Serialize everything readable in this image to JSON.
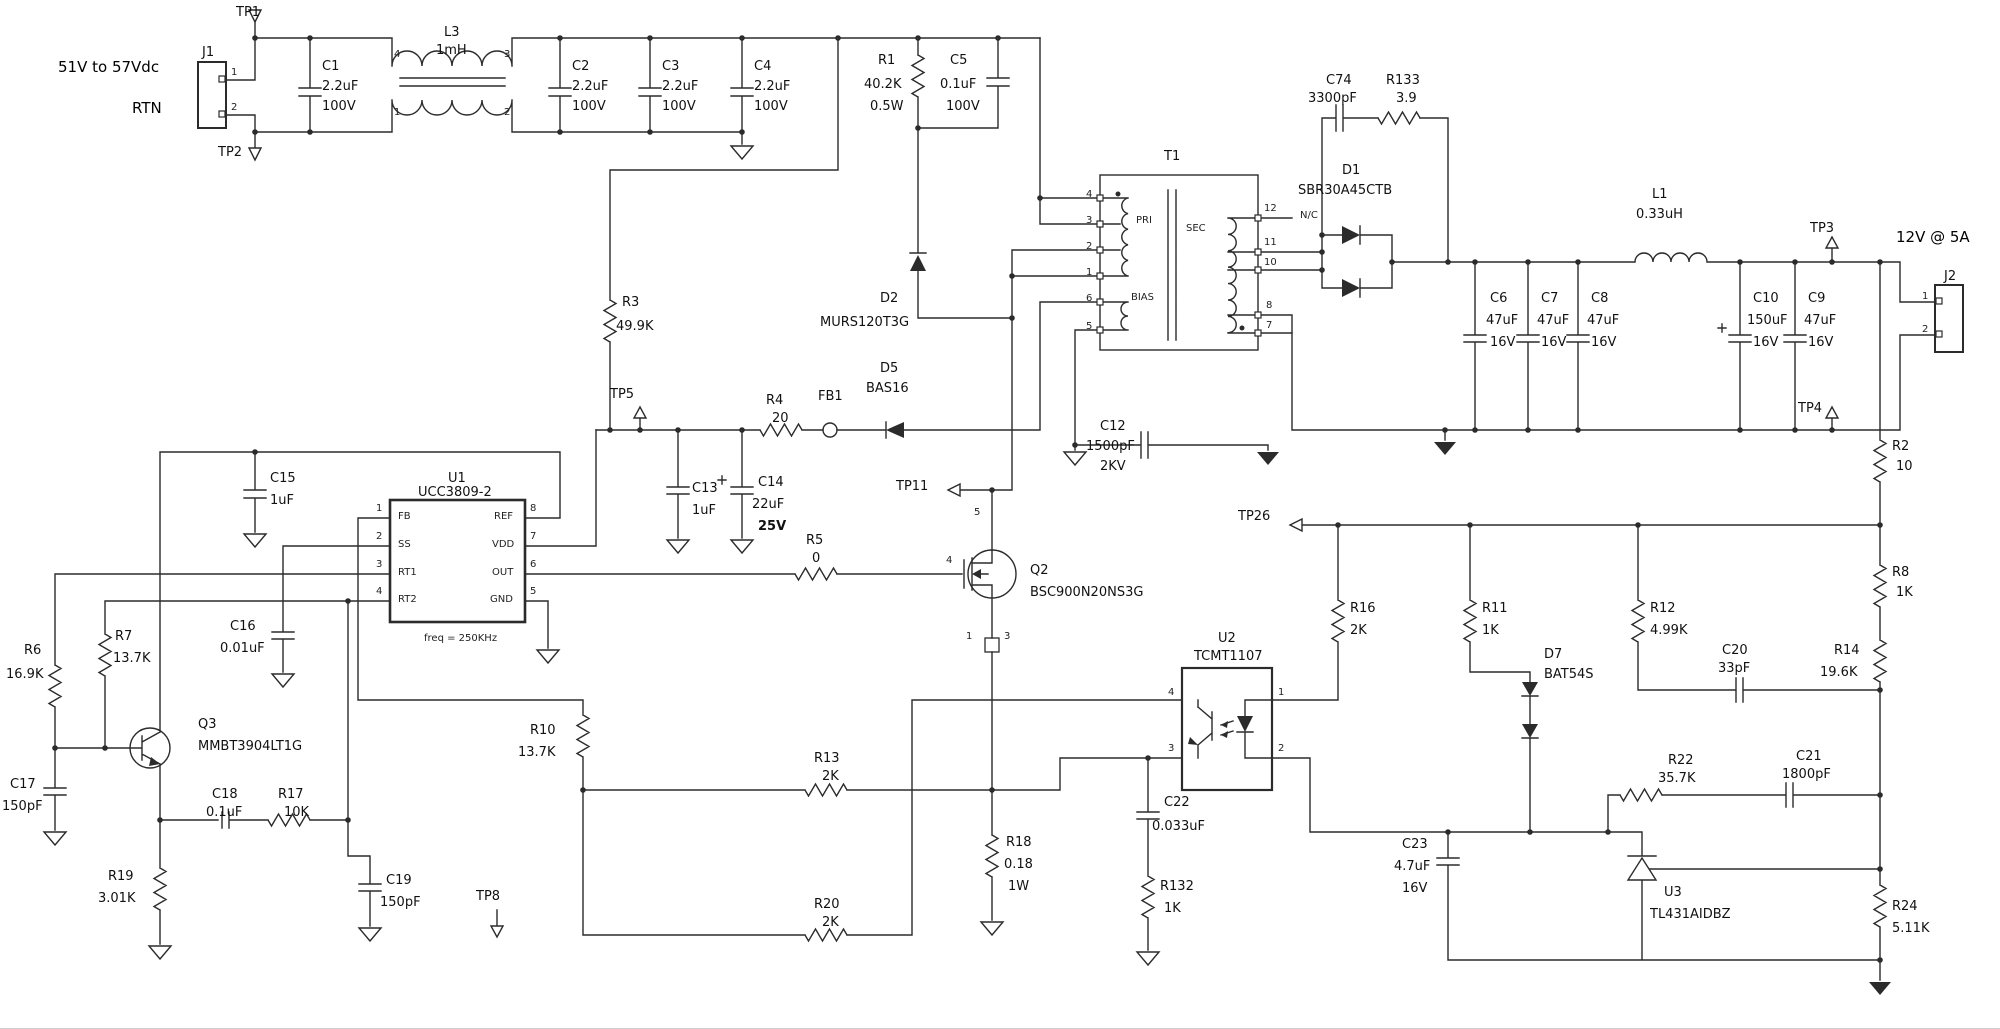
{
  "diagram": {
    "kind": "power-supply-schematic",
    "colors": {
      "wire": "#2b2b2b",
      "text": "#111111",
      "background": "#ffffff"
    },
    "labels": [
      {
        "id": "tp1",
        "text": "TP1"
      },
      {
        "id": "j1",
        "text": "J1"
      },
      {
        "id": "vin",
        "text": "51V to 57Vdc"
      },
      {
        "id": "rtn",
        "text": "RTN"
      },
      {
        "id": "j1_p1",
        "text": "1"
      },
      {
        "id": "j1_p2",
        "text": "2"
      },
      {
        "id": "tp2",
        "text": "TP2"
      },
      {
        "id": "c1",
        "text": "C1"
      },
      {
        "id": "c1_v",
        "text": "2.2uF"
      },
      {
        "id": "c1_r",
        "text": "100V"
      },
      {
        "id": "l3",
        "text": "L3"
      },
      {
        "id": "l3_v",
        "text": "1mH"
      },
      {
        "id": "l3_p4",
        "text": "4"
      },
      {
        "id": "l3_p3",
        "text": "3"
      },
      {
        "id": "l3_p1",
        "text": "1"
      },
      {
        "id": "l3_p2",
        "text": "2"
      },
      {
        "id": "c2",
        "text": "C2"
      },
      {
        "id": "c2_v",
        "text": "2.2uF"
      },
      {
        "id": "c2_r",
        "text": "100V"
      },
      {
        "id": "c3",
        "text": "C3"
      },
      {
        "id": "c3_v",
        "text": "2.2uF"
      },
      {
        "id": "c3_r",
        "text": "100V"
      },
      {
        "id": "c4",
        "text": "C4"
      },
      {
        "id": "c4_v",
        "text": "2.2uF"
      },
      {
        "id": "c4_r",
        "text": "100V"
      },
      {
        "id": "r1",
        "text": "R1"
      },
      {
        "id": "r1_v",
        "text": "40.2K"
      },
      {
        "id": "r1_w",
        "text": "0.5W"
      },
      {
        "id": "c5",
        "text": "C5"
      },
      {
        "id": "c5_v",
        "text": "0.1uF"
      },
      {
        "id": "c5_r",
        "text": "100V"
      },
      {
        "id": "d2",
        "text": "D2"
      },
      {
        "id": "d2_p",
        "text": "MURS120T3G"
      },
      {
        "id": "r3",
        "text": "R3"
      },
      {
        "id": "r3_v",
        "text": "49.9K"
      },
      {
        "id": "tp5",
        "text": "TP5"
      },
      {
        "id": "r4",
        "text": "R4"
      },
      {
        "id": "r4_v",
        "text": "20"
      },
      {
        "id": "fb1",
        "text": "FB1"
      },
      {
        "id": "d5",
        "text": "D5"
      },
      {
        "id": "d5_p",
        "text": "BAS16"
      },
      {
        "id": "tp11",
        "text": "TP11"
      },
      {
        "id": "t1",
        "text": "T1"
      },
      {
        "id": "t1_pri",
        "text": "PRI"
      },
      {
        "id": "t1_bias",
        "text": "BIAS"
      },
      {
        "id": "t1_sec",
        "text": "SEC"
      },
      {
        "id": "t1_p4",
        "text": "4"
      },
      {
        "id": "t1_p3",
        "text": "3"
      },
      {
        "id": "t1_p2",
        "text": "2"
      },
      {
        "id": "t1_p1",
        "text": "1"
      },
      {
        "id": "t1_p6",
        "text": "6"
      },
      {
        "id": "t1_p5",
        "text": "5"
      },
      {
        "id": "t1_p12",
        "text": "12"
      },
      {
        "id": "t1_nc",
        "text": "N/C"
      },
      {
        "id": "t1_p11",
        "text": "11"
      },
      {
        "id": "t1_p10",
        "text": "10"
      },
      {
        "id": "t1_p8",
        "text": "8"
      },
      {
        "id": "t1_p7",
        "text": "7"
      },
      {
        "id": "c74",
        "text": "C74"
      },
      {
        "id": "c74_v",
        "text": "3300pF"
      },
      {
        "id": "r133",
        "text": "R133"
      },
      {
        "id": "r133_v",
        "text": "3.9"
      },
      {
        "id": "d1",
        "text": "D1"
      },
      {
        "id": "d1_p",
        "text": "SBR30A45CTB"
      },
      {
        "id": "c12",
        "text": "C12"
      },
      {
        "id": "c12_v",
        "text": "1500pF"
      },
      {
        "id": "c12_r",
        "text": "2KV"
      },
      {
        "id": "l1",
        "text": "L1"
      },
      {
        "id": "l1_v",
        "text": "0.33uH"
      },
      {
        "id": "tp3",
        "text": "TP3"
      },
      {
        "id": "out_spec",
        "text": "12V @ 5A"
      },
      {
        "id": "j2",
        "text": "J2"
      },
      {
        "id": "j2_p1",
        "text": "1"
      },
      {
        "id": "j2_p2",
        "text": "2"
      },
      {
        "id": "c6",
        "text": "C6"
      },
      {
        "id": "c6_v",
        "text": "47uF"
      },
      {
        "id": "c6_r",
        "text": "16V"
      },
      {
        "id": "c7",
        "text": "C7"
      },
      {
        "id": "c7_v",
        "text": "47uF"
      },
      {
        "id": "c7_r",
        "text": "16V"
      },
      {
        "id": "c8",
        "text": "C8"
      },
      {
        "id": "c8_v",
        "text": "47uF"
      },
      {
        "id": "c8_r",
        "text": "16V"
      },
      {
        "id": "c10",
        "text": "C10"
      },
      {
        "id": "c10_v",
        "text": "150uF"
      },
      {
        "id": "c10_r",
        "text": "16V"
      },
      {
        "id": "c9",
        "text": "C9"
      },
      {
        "id": "c9_v",
        "text": "47uF"
      },
      {
        "id": "c9_r",
        "text": "16V"
      },
      {
        "id": "tp4",
        "text": "TP4"
      },
      {
        "id": "r2",
        "text": "R2"
      },
      {
        "id": "r2_v",
        "text": "10"
      },
      {
        "id": "r8",
        "text": "R8"
      },
      {
        "id": "r8_v",
        "text": "1K"
      },
      {
        "id": "r14",
        "text": "R14"
      },
      {
        "id": "r14_v",
        "text": "19.6K"
      },
      {
        "id": "tp26",
        "text": "TP26"
      },
      {
        "id": "r16",
        "text": "R16"
      },
      {
        "id": "r16_v",
        "text": "2K"
      },
      {
        "id": "r11",
        "text": "R11"
      },
      {
        "id": "r11_v",
        "text": "1K"
      },
      {
        "id": "d7",
        "text": "D7"
      },
      {
        "id": "d7_p",
        "text": "BAT54S"
      },
      {
        "id": "r12",
        "text": "R12"
      },
      {
        "id": "r12_v",
        "text": "4.99K"
      },
      {
        "id": "c20",
        "text": "C20"
      },
      {
        "id": "c20_v",
        "text": "33pF"
      },
      {
        "id": "r22",
        "text": "R22"
      },
      {
        "id": "r22_v",
        "text": "35.7K"
      },
      {
        "id": "c21",
        "text": "C21"
      },
      {
        "id": "c21_v",
        "text": "1800pF"
      },
      {
        "id": "c23",
        "text": "C23"
      },
      {
        "id": "c23_v",
        "text": "4.7uF"
      },
      {
        "id": "c23_r",
        "text": "16V"
      },
      {
        "id": "u3",
        "text": "U3"
      },
      {
        "id": "u3_p",
        "text": "TL431AIDBZ"
      },
      {
        "id": "r24",
        "text": "R24"
      },
      {
        "id": "r24_v",
        "text": "5.11K"
      },
      {
        "id": "u2",
        "text": "U2"
      },
      {
        "id": "u2_p",
        "text": "TCMT1107"
      },
      {
        "id": "u2_p4",
        "text": "4"
      },
      {
        "id": "u2_p3",
        "text": "3"
      },
      {
        "id": "u2_p1",
        "text": "1"
      },
      {
        "id": "u2_p2",
        "text": "2"
      },
      {
        "id": "c22",
        "text": "C22"
      },
      {
        "id": "c22_v",
        "text": "0.033uF"
      },
      {
        "id": "r132",
        "text": "R132"
      },
      {
        "id": "r132_v",
        "text": "1K"
      },
      {
        "id": "r18",
        "text": "R18"
      },
      {
        "id": "r18_v",
        "text": "0.18"
      },
      {
        "id": "r18_w",
        "text": "1W"
      },
      {
        "id": "r13",
        "text": "R13"
      },
      {
        "id": "r13_v",
        "text": "2K"
      },
      {
        "id": "r20",
        "text": "R20"
      },
      {
        "id": "r20_v",
        "text": "2K"
      },
      {
        "id": "r10",
        "text": "R10"
      },
      {
        "id": "r10_v",
        "text": "13.7K"
      },
      {
        "id": "q2",
        "text": "Q2"
      },
      {
        "id": "q2_p",
        "text": "BSC900N20NS3G"
      },
      {
        "id": "q2_g",
        "text": "4"
      },
      {
        "id": "q2_d",
        "text": "5"
      },
      {
        "id": "q2_s1",
        "text": "1"
      },
      {
        "id": "q2_s3",
        "text": "3"
      },
      {
        "id": "r5",
        "text": "R5"
      },
      {
        "id": "r5_v",
        "text": "0"
      },
      {
        "id": "u1",
        "text": "U1"
      },
      {
        "id": "u1_p",
        "text": "UCC3809-2"
      },
      {
        "id": "u1_fb",
        "text": "FB"
      },
      {
        "id": "u1_ss",
        "text": "SS"
      },
      {
        "id": "u1_rt1",
        "text": "RT1"
      },
      {
        "id": "u1_rt2",
        "text": "RT2"
      },
      {
        "id": "u1_ref",
        "text": "REF"
      },
      {
        "id": "u1_vdd",
        "text": "VDD"
      },
      {
        "id": "u1_out",
        "text": "OUT"
      },
      {
        "id": "u1_gnd",
        "text": "GND"
      },
      {
        "id": "u1_1",
        "text": "1"
      },
      {
        "id": "u1_2",
        "text": "2"
      },
      {
        "id": "u1_3",
        "text": "3"
      },
      {
        "id": "u1_4",
        "text": "4"
      },
      {
        "id": "u1_8",
        "text": "8"
      },
      {
        "id": "u1_7",
        "text": "7"
      },
      {
        "id": "u1_6",
        "text": "6"
      },
      {
        "id": "u1_5",
        "text": "5"
      },
      {
        "id": "u1_freq",
        "text": "freq = 250KHz"
      },
      {
        "id": "c15",
        "text": "C15"
      },
      {
        "id": "c15_v",
        "text": "1uF"
      },
      {
        "id": "c16",
        "text": "C16"
      },
      {
        "id": "c16_v",
        "text": "0.01uF"
      },
      {
        "id": "r6",
        "text": "R6"
      },
      {
        "id": "r6_v",
        "text": "16.9K"
      },
      {
        "id": "r7",
        "text": "R7"
      },
      {
        "id": "r7_v",
        "text": "13.7K"
      },
      {
        "id": "q3",
        "text": "Q3"
      },
      {
        "id": "q3_p",
        "text": "MMBT3904LT1G"
      },
      {
        "id": "c17",
        "text": "C17"
      },
      {
        "id": "c17_v",
        "text": "150pF"
      },
      {
        "id": "c18",
        "text": "C18"
      },
      {
        "id": "c18_v",
        "text": "0.1uF"
      },
      {
        "id": "r17",
        "text": "R17"
      },
      {
        "id": "r17_v",
        "text": "10K"
      },
      {
        "id": "r19",
        "text": "R19"
      },
      {
        "id": "r19_v",
        "text": "3.01K"
      },
      {
        "id": "c19",
        "text": "C19"
      },
      {
        "id": "c19_v",
        "text": "150pF"
      },
      {
        "id": "tp8",
        "text": "TP8"
      },
      {
        "id": "c13",
        "text": "C13"
      },
      {
        "id": "c13_v",
        "text": "1uF"
      },
      {
        "id": "c14",
        "text": "C14"
      },
      {
        "id": "c14_v",
        "text": "22uF"
      },
      {
        "id": "c14_r",
        "text": "25V"
      }
    ]
  }
}
